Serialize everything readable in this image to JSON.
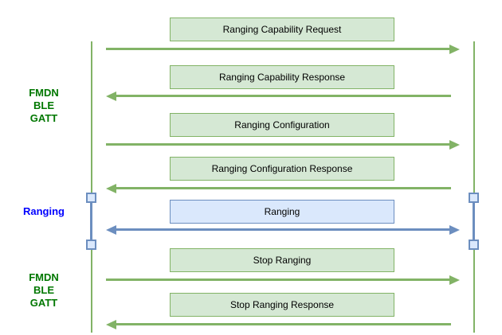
{
  "diagram": {
    "type": "sequence-diagram",
    "colors": {
      "green_box_fill": "#d5e8d4",
      "green_stroke": "#82b366",
      "green_label_text": "#007700",
      "blue_box_fill": "#dae8fc",
      "blue_stroke": "#6c8ebf",
      "blue_label_text": "#0000ff",
      "message_text": "#000000",
      "background": "#ffffff"
    },
    "side_labels": [
      {
        "lines": [
          "FMDN",
          "BLE",
          "GATT"
        ],
        "color_role": "green"
      },
      {
        "lines": [
          "Ranging"
        ],
        "color_role": "blue"
      },
      {
        "lines": [
          "FMDN",
          "BLE",
          "GATT"
        ],
        "color_role": "green"
      }
    ],
    "messages": [
      {
        "label": "Ranging Capability Request",
        "direction": "right",
        "style": "green"
      },
      {
        "label": "Ranging Capability Response",
        "direction": "left",
        "style": "green"
      },
      {
        "label": "Ranging Configuration",
        "direction": "right",
        "style": "green"
      },
      {
        "label": "Ranging Configuration Response",
        "direction": "left",
        "style": "green"
      },
      {
        "label": "Ranging",
        "direction": "both",
        "style": "blue"
      },
      {
        "label": "Stop Ranging",
        "direction": "right",
        "style": "green"
      },
      {
        "label": "Stop Ranging Response",
        "direction": "left",
        "style": "green"
      }
    ]
  }
}
